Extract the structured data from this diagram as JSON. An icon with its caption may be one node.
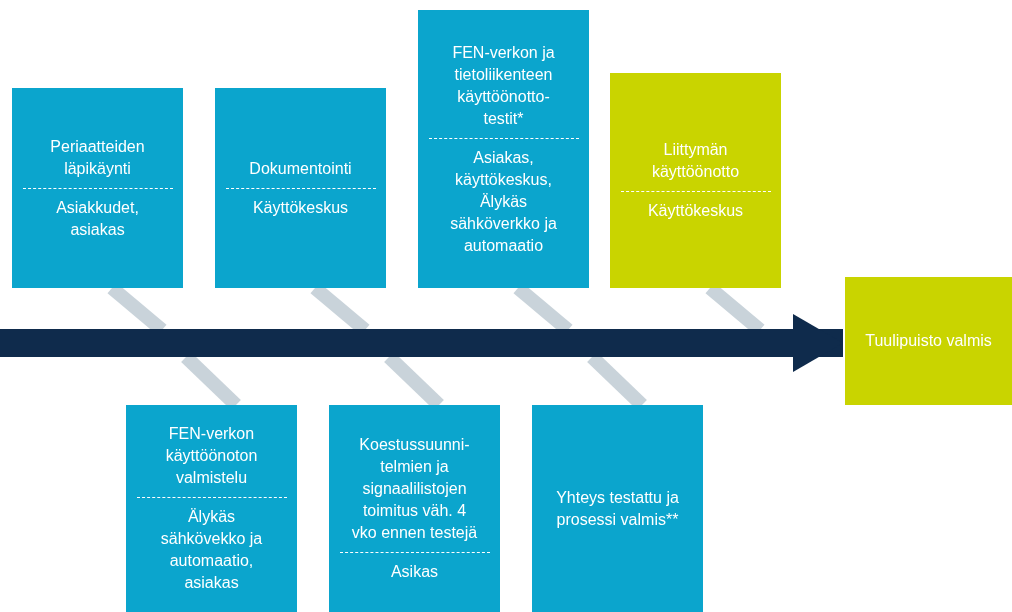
{
  "diagram": {
    "nodes": [
      {
        "text": [
          "Periaatteiden läpikäynti",
          "Asiakkudet, asiakas"
        ]
      },
      {
        "text": [
          "Dokumentointi",
          "Käyttökeskus"
        ]
      },
      {
        "text": [
          "FEN-verkon ja tietoliikenteen käyttöönotto-testit*",
          "Asiakas, käyttökeskus, Älykäs sähköverkko ja automaatio"
        ]
      },
      {
        "text": [
          "Liittymän käyttöönotto",
          "Käyttökeskus"
        ]
      },
      {
        "text": [
          "FEN-verkon käyttöönoton valmistelu",
          "Älykäs sähkövekko ja automaatio, asiakas"
        ]
      },
      {
        "text": [
          "Koestussuunni-telmien ja signaalilistojen toimitus väh. 4 vko ennen testejä",
          "Asikas"
        ]
      },
      {
        "text": [
          "Yhteys testattu ja prosessi valmis**"
        ]
      },
      {
        "text": [
          "Tuulipuisto valmis"
        ]
      }
    ],
    "edges": [
      {
        "from": 0,
        "to": null,
        "arrow": "none"
      },
      {
        "from": 1,
        "to": null,
        "arrow": "none"
      },
      {
        "from": 2,
        "to": null,
        "arrow": "none"
      },
      {
        "from": 3,
        "to": null,
        "arrow": "none"
      },
      {
        "from": 4,
        "to": null,
        "arrow": "none"
      },
      {
        "from": 5,
        "to": null,
        "arrow": "none"
      },
      {
        "from": 6,
        "to": null,
        "arrow": "none"
      },
      {
        "from": null,
        "to": 7,
        "arrow": "to",
        "style": "thick",
        "color": "#0f2b4c"
      }
    ]
  }
}
